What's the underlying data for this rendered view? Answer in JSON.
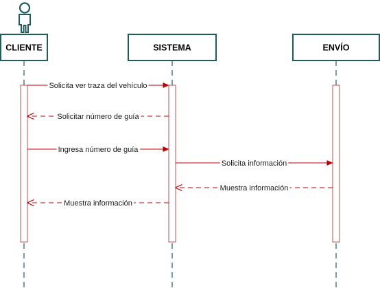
{
  "diagram": {
    "type": "sequence",
    "colors": {
      "header_border": "#1f5c5c",
      "header_fill": "#ffffff",
      "lifeline": "#1f5c5c",
      "activation": "#c0504d",
      "message": "#c00000",
      "actor_icon": "#1f5c5c"
    },
    "actor_icon": "person-icon",
    "participants": [
      {
        "id": "cliente",
        "label": "CLIENTE"
      },
      {
        "id": "sistema",
        "label": "SISTEMA"
      },
      {
        "id": "envio",
        "label": "ENVÍO"
      }
    ],
    "messages": [
      {
        "from": "cliente",
        "to": "sistema",
        "label": "Solicita ver traza del vehículo",
        "style": "solid"
      },
      {
        "from": "sistema",
        "to": "cliente",
        "label": "Solicitar número de guía",
        "style": "dashed"
      },
      {
        "from": "cliente",
        "to": "sistema",
        "label": "Ingresa número de guía",
        "style": "solid"
      },
      {
        "from": "sistema",
        "to": "envio",
        "label": "Solicita información",
        "style": "solid"
      },
      {
        "from": "envio",
        "to": "sistema",
        "label": "Muestra información",
        "style": "dashed"
      },
      {
        "from": "sistema",
        "to": "cliente",
        "label": "Muestra información",
        "style": "dashed"
      }
    ]
  }
}
